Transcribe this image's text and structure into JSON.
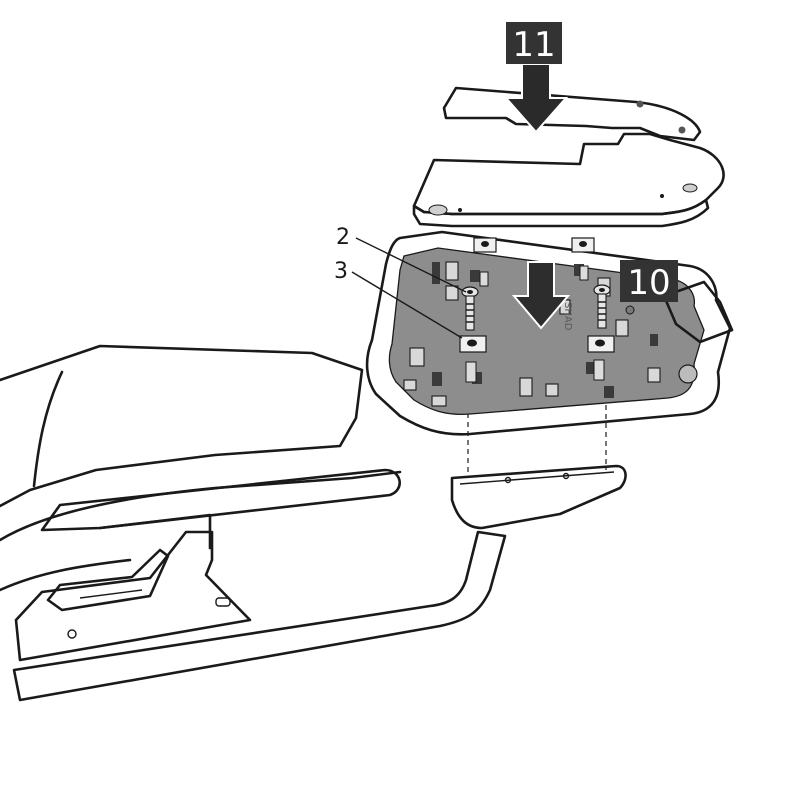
{
  "diagram": {
    "callouts": [
      {
        "id": "part-11",
        "label": "11"
      },
      {
        "id": "part-10",
        "label": "10"
      },
      {
        "id": "part-2",
        "label": "2"
      },
      {
        "id": "part-3",
        "label": "3"
      }
    ],
    "mold_text": "SHAD",
    "colors": {
      "ink": "#1a1a1a",
      "plate_fill": "#8f8f8f",
      "plate_dark": "#6e6e6e",
      "plate_light": "#a9a9a9",
      "badge_bg": "#333333",
      "badge_text": "#ffffff",
      "paper": "#ffffff"
    }
  }
}
